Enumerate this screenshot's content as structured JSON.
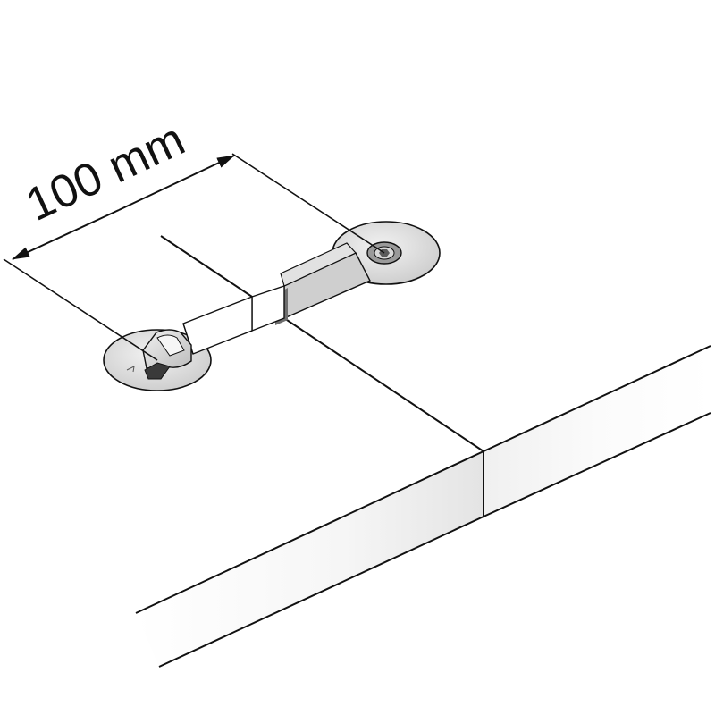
{
  "dimension": {
    "label": "100 mm"
  },
  "colors": {
    "line": "#111111",
    "metal_light": "#e4e4e4",
    "metal_mid": "#c8c8c8",
    "metal_dark": "#8a8a8a",
    "slot_dark": "#3a3a3a",
    "board_edge_light": "#f4f4f4",
    "board_edge_shade": "#e6e6e6"
  },
  "icons": [
    "worktop-board",
    "worktop-connector",
    "dimension-arrow"
  ]
}
